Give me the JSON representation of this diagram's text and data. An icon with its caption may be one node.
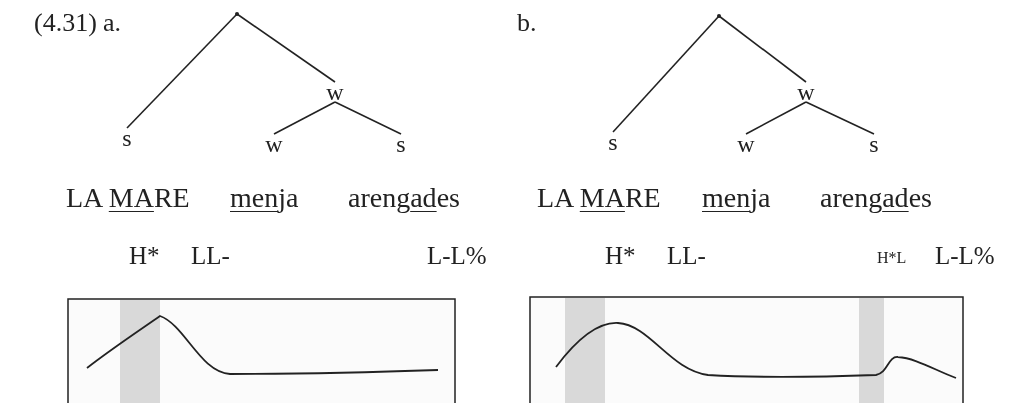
{
  "diagram": {
    "nodes": [
      {
        "text": [],
        "shape": "point"
      },
      {
        "text": [
          "s"
        ]
      },
      {
        "text": [
          "w"
        ]
      },
      {
        "text": [
          "w"
        ]
      },
      {
        "text": [
          "s"
        ]
      },
      {
        "text": [],
        "shape": "point"
      },
      {
        "text": [
          "s"
        ]
      },
      {
        "text": [
          "w"
        ]
      },
      {
        "text": [
          "w"
        ]
      },
      {
        "text": [
          "s"
        ]
      }
    ],
    "edges": [
      {
        "from": 0,
        "to": 1,
        "arrow": "none"
      },
      {
        "from": 0,
        "to": 2,
        "arrow": "none"
      },
      {
        "from": 2,
        "to": 3,
        "arrow": "none"
      },
      {
        "from": 2,
        "to": 4,
        "arrow": "none"
      },
      {
        "from": 5,
        "to": 6,
        "arrow": "none"
      },
      {
        "from": 5,
        "to": 7,
        "arrow": "none"
      },
      {
        "from": 7,
        "to": 8,
        "arrow": "none"
      },
      {
        "from": 7,
        "to": 9,
        "arrow": "none"
      }
    ],
    "labels": [
      "(4.31)",
      "a.",
      "b.",
      "LA MARE",
      "menja",
      "arengades",
      "LA MARE",
      "menja",
      "arengades",
      "H*",
      "LL-",
      "L-L%",
      "H*",
      "LL-",
      "H*L",
      "L-L%"
    ]
  }
}
